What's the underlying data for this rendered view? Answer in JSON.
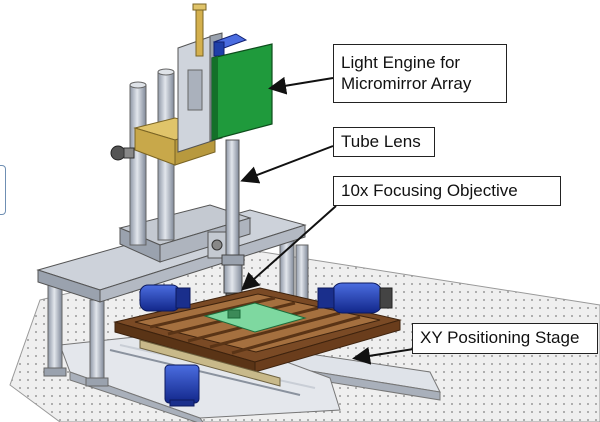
{
  "labels": {
    "light_engine_line1": "Light Engine for",
    "light_engine_line2": "Micromirror Array",
    "tube_lens": "Tube Lens",
    "objective": "10x Focusing Objective",
    "xy_stage": "XY Positioning Stage"
  },
  "colors": {
    "steel": "#b9c0cc",
    "steel_dark": "#8b93a2",
    "gold": "#d2b25b",
    "green_board": "#1f9a3c",
    "motor_blue": "#1f3fa8",
    "stage_brown": "#7a4a25",
    "table_dots": "#bdbdbd"
  }
}
